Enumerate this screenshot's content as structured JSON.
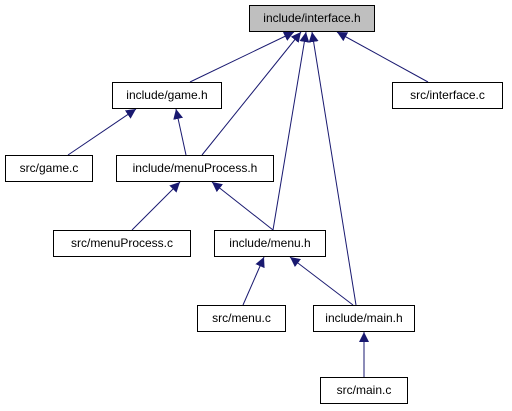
{
  "graph": {
    "colors": {
      "edge": "#191970",
      "node_border": "#000000",
      "node_fill": "#ffffff",
      "root_fill": "#bfbfbf"
    },
    "nodes": {
      "interface_h": "include/interface.h",
      "game_h": "include/game.h",
      "interface_c": "src/interface.c",
      "game_c": "src/game.c",
      "menuProcess_h": "include/menuProcess.h",
      "menuProcess_c": "src/menuProcess.c",
      "menu_h": "include/menu.h",
      "menu_c": "src/menu.c",
      "main_h": "include/main.h",
      "main_c": "src/main.c"
    },
    "edges": [
      {
        "from": "game_h",
        "to": "interface_h"
      },
      {
        "from": "interface_c",
        "to": "interface_h"
      },
      {
        "from": "menuProcess_h",
        "to": "interface_h"
      },
      {
        "from": "menu_h",
        "to": "interface_h"
      },
      {
        "from": "main_h",
        "to": "interface_h"
      },
      {
        "from": "game_c",
        "to": "game_h"
      },
      {
        "from": "menuProcess_h",
        "to": "game_h"
      },
      {
        "from": "menuProcess_c",
        "to": "menuProcess_h"
      },
      {
        "from": "menu_h",
        "to": "menuProcess_h"
      },
      {
        "from": "menu_c",
        "to": "menu_h"
      },
      {
        "from": "main_h",
        "to": "menu_h"
      },
      {
        "from": "main_c",
        "to": "main_h"
      }
    ]
  }
}
